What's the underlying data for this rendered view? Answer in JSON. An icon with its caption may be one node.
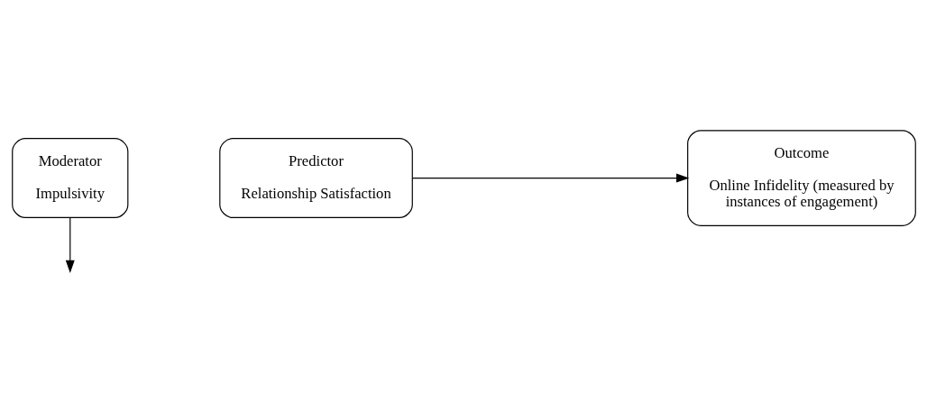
{
  "diagram": {
    "nodes": [
      {
        "text": [
          "Moderator",
          "Impulsivity"
        ]
      },
      {
        "text": [
          "Predictor",
          "Relationship Satisfaction"
        ]
      },
      {
        "text": [
          "Outcome",
          "Online Infidelity (measured by instances of engagement)"
        ]
      }
    ],
    "edges": [
      {
        "from": 0,
        "to": null,
        "arrow": "to"
      },
      {
        "from": 1,
        "to": 2,
        "arrow": "to"
      }
    ]
  }
}
